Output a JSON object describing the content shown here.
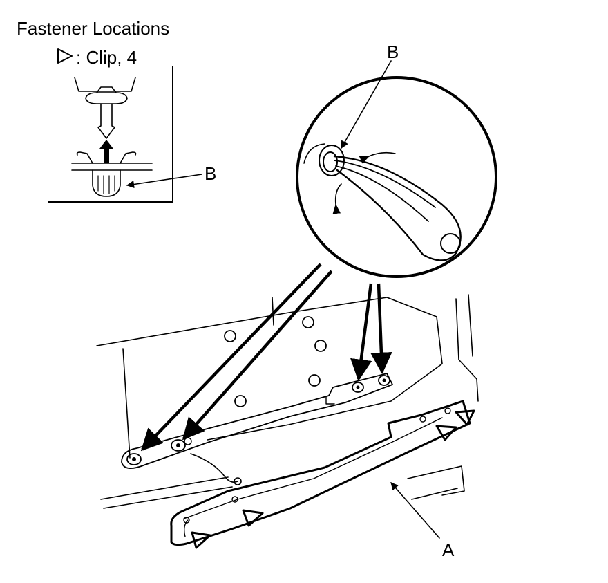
{
  "title": "Fastener Locations",
  "legend": {
    "symbol_icon": "hollow-triangle-icon",
    "text": ": Clip, 4"
  },
  "callouts": {
    "inset_label": "B",
    "magnified_label": "B",
    "part_label": "A"
  }
}
